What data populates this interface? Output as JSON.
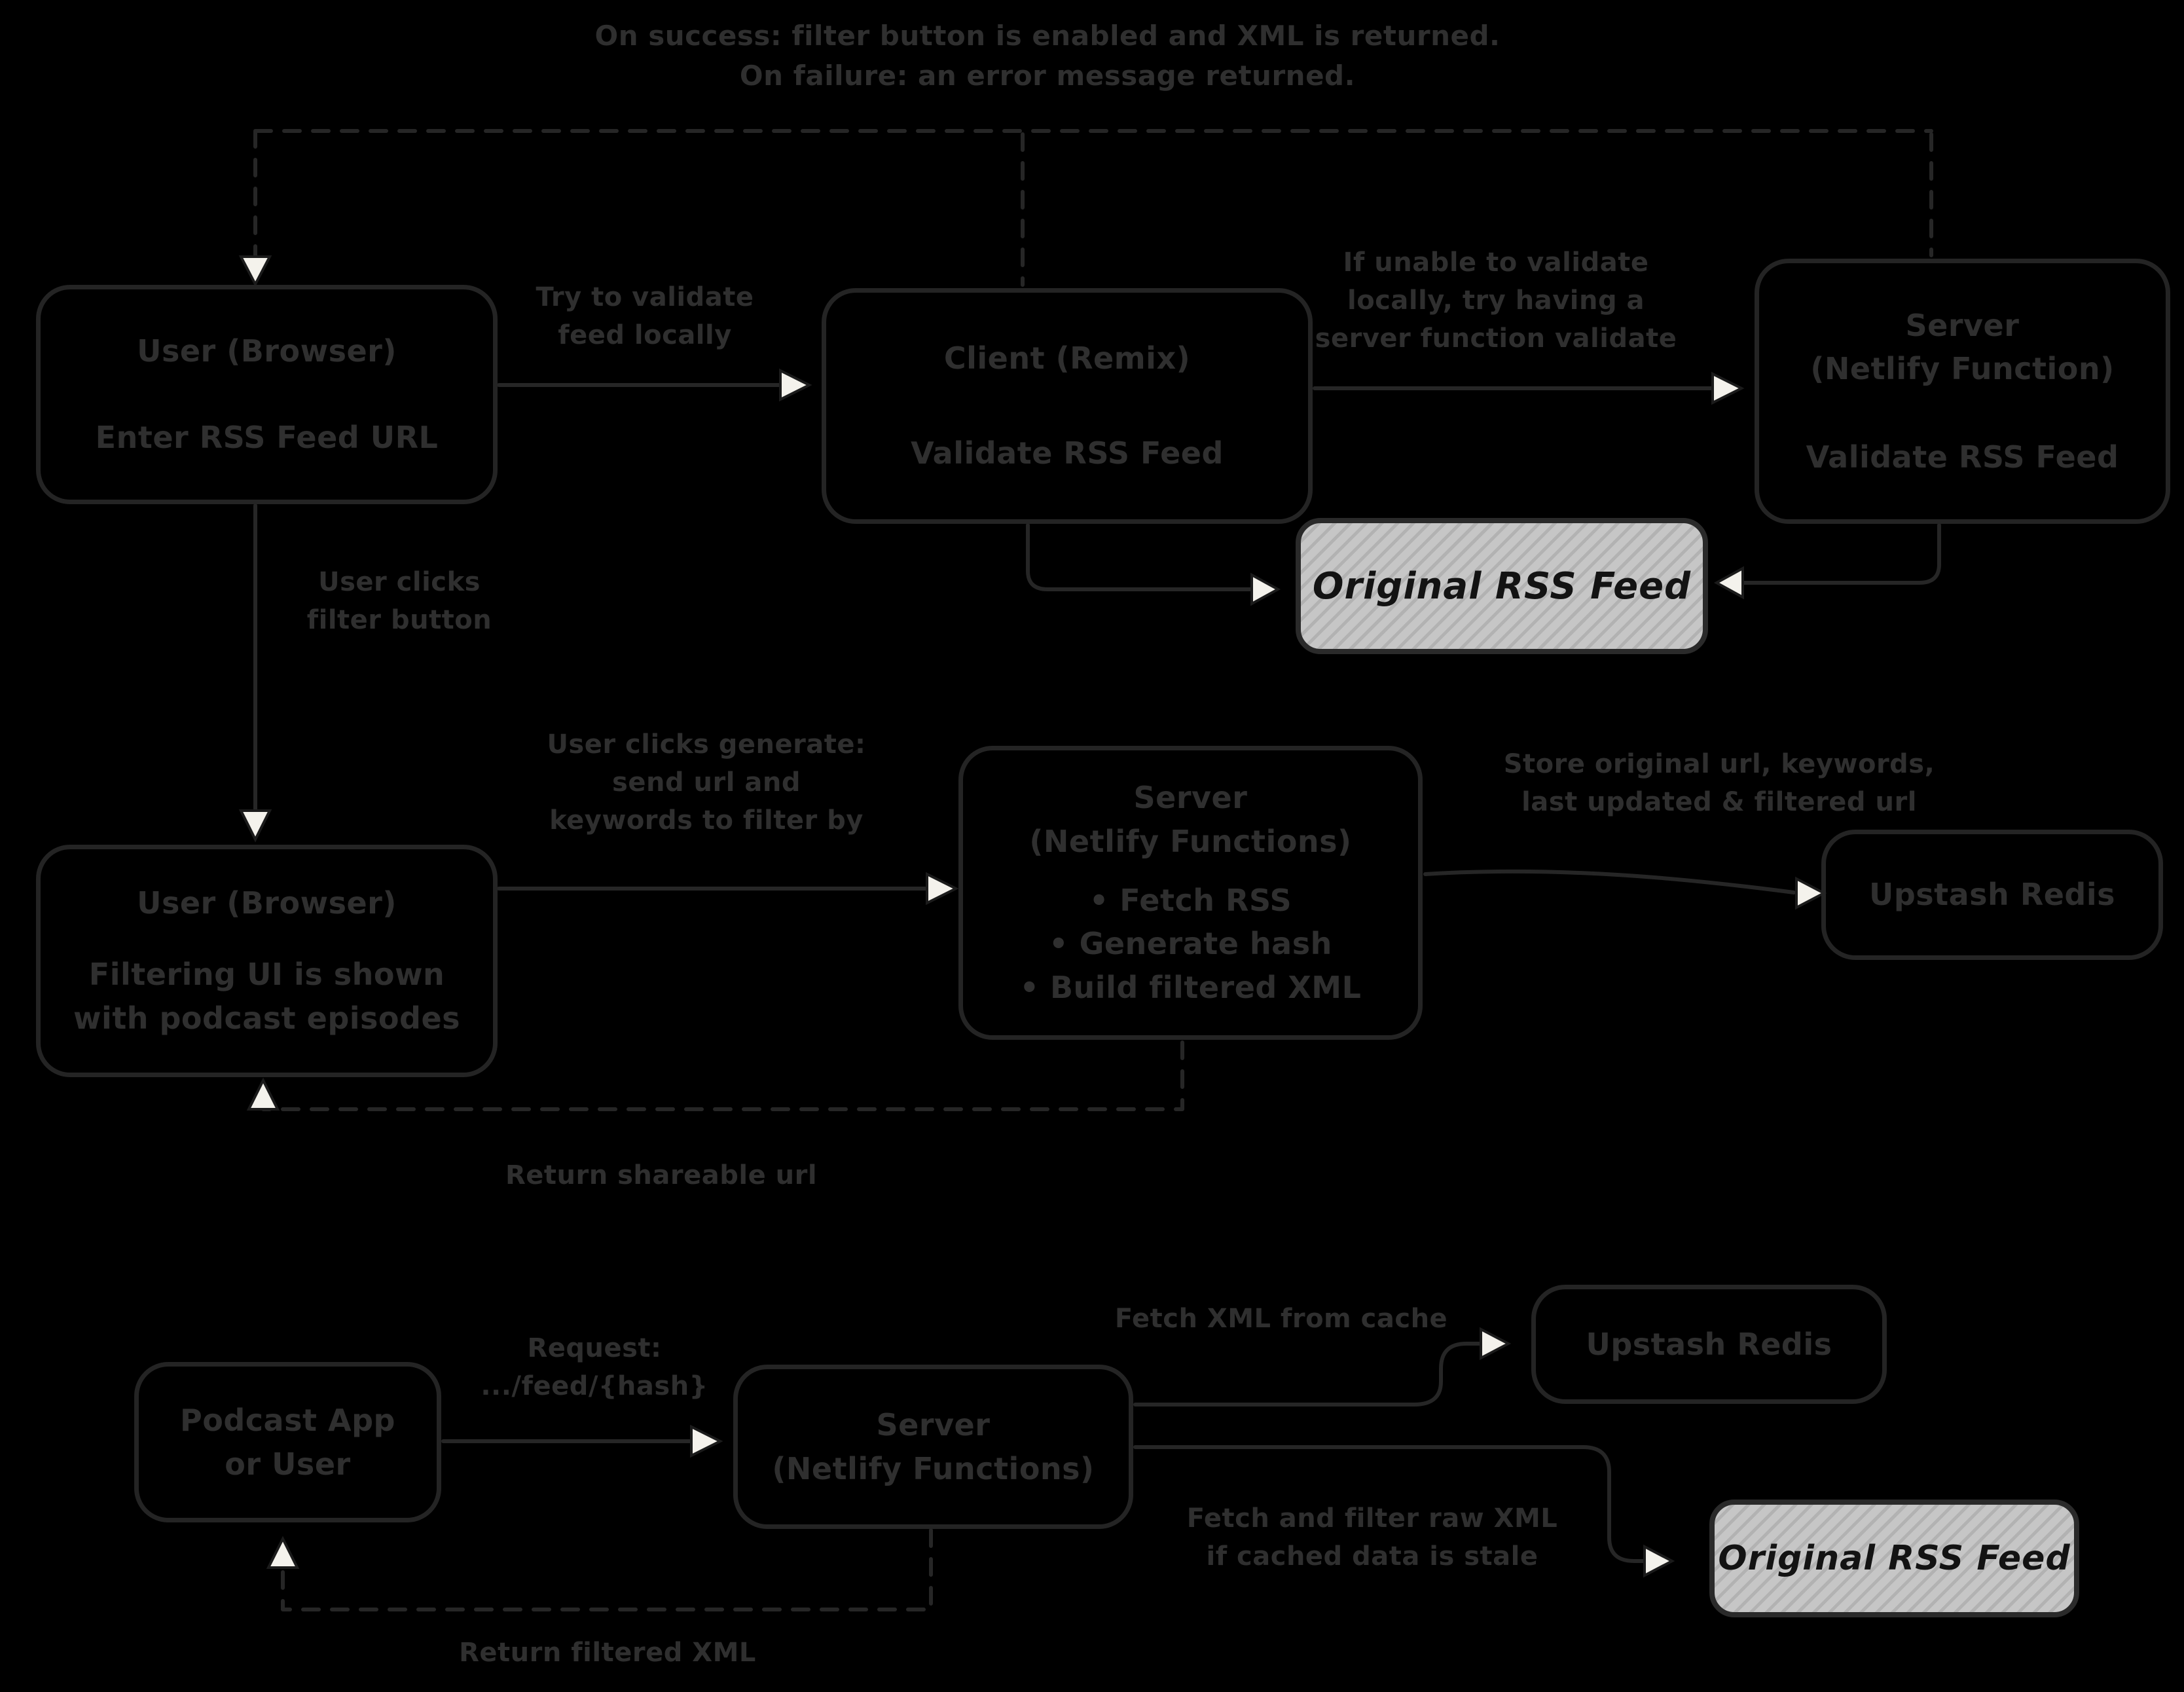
{
  "colors": {
    "background": "#000000",
    "stroke": "#262626",
    "text": "#2f2f2f",
    "feed_box_fill": "#c6c6c6",
    "feed_box_text": "#131313",
    "arrowhead_fill": "#f4f2ec"
  },
  "top_annotation": "On success: filter button is enabled and XML is returned.\nOn failure: an error message returned.",
  "flow1": {
    "user_box": {
      "title": "User (Browser)",
      "body": "Enter RSS Feed URL"
    },
    "label_validate_locally": "Try to validate\nfeed locally",
    "client_box": {
      "title": "Client (Remix)",
      "body": "Validate RSS Feed"
    },
    "label_server_validate": "If unable to validate\nlocally, try having a\nserver function validate",
    "server_box": {
      "title": "Server\n(Netlify Function)",
      "body": "Validate RSS Feed"
    },
    "original_feed_label": "Original RSS Feed",
    "label_user_clicks_filter": "User clicks\nfilter button"
  },
  "flow2": {
    "user_box": {
      "title": "User (Browser)",
      "body": "Filtering UI is shown\nwith podcast episodes"
    },
    "label_generate": "User clicks generate:\nsend url and\nkeywords to filter by",
    "server_box": {
      "title": "Server\n(Netlify Functions)",
      "bullets": "• Fetch RSS\n• Generate hash\n• Build filtered XML"
    },
    "label_store": "Store original url, keywords,\nlast updated & filtered url",
    "redis_label": "Upstash Redis",
    "label_return_url": "Return shareable url"
  },
  "flow3": {
    "podcast_box_label": "Podcast App\nor User",
    "label_request": "Request:\n.../feed/{hash}",
    "server_box": {
      "title": "Server\n(Netlify Functions)"
    },
    "label_fetch_cache": "Fetch XML from cache",
    "redis_label": "Upstash Redis",
    "label_fetch_stale": "Fetch and filter raw XML\nif cached data is stale",
    "original_feed_label": "Original RSS Feed",
    "label_return_xml": "Return filtered XML"
  }
}
